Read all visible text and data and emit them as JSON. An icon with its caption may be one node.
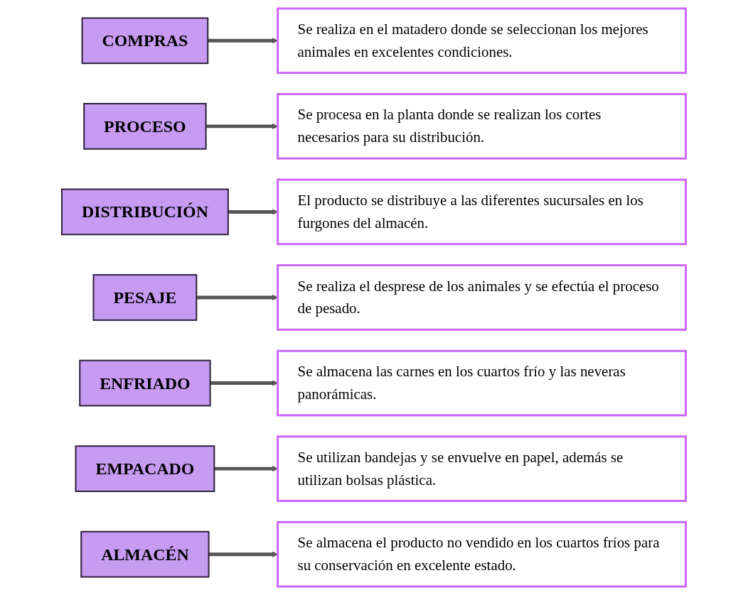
{
  "diagram": {
    "nodes": [
      {
        "text": [
          "COMPRAS"
        ]
      },
      {
        "text": [
          "Se realiza en el matadero donde se seleccionan los mejores animales en excelentes condiciones."
        ]
      },
      {
        "text": [
          "PROCESO"
        ]
      },
      {
        "text": [
          "Se procesa en la planta donde se realizan los cortes necesarios para su distribución."
        ]
      },
      {
        "text": [
          "DISTRIBUCIÓN"
        ]
      },
      {
        "text": [
          "El producto se distribuye a las diferentes sucursales en los furgones del almacén."
        ]
      },
      {
        "text": [
          "PESAJE"
        ]
      },
      {
        "text": [
          "Se realiza el desprese de los animales y se efectúa el proceso de pesado."
        ]
      },
      {
        "text": [
          "ENFRIADO"
        ]
      },
      {
        "text": [
          "Se almacena las carnes en los cuartos frío y las neveras panorámicas."
        ]
      },
      {
        "text": [
          "EMPACADO"
        ]
      },
      {
        "text": [
          "Se utilizan bandejas y se envuelve en papel, además se utilizan bolsas plástica."
        ]
      },
      {
        "text": [
          "ALMACÉN"
        ]
      },
      {
        "text": [
          "Se almacena el producto no vendido en los cuartos fríos para su conservación en excelente estado."
        ]
      }
    ],
    "edges": [
      {
        "from": 0,
        "to": 1,
        "arrow": "to"
      },
      {
        "from": 2,
        "to": 3,
        "arrow": "to"
      },
      {
        "from": 4,
        "to": 5,
        "arrow": "to"
      },
      {
        "from": 6,
        "to": 7,
        "arrow": "to"
      },
      {
        "from": 8,
        "to": 9,
        "arrow": "to"
      },
      {
        "from": 10,
        "to": 11,
        "arrow": "to"
      },
      {
        "from": 12,
        "to": 13,
        "arrow": "to"
      }
    ]
  }
}
